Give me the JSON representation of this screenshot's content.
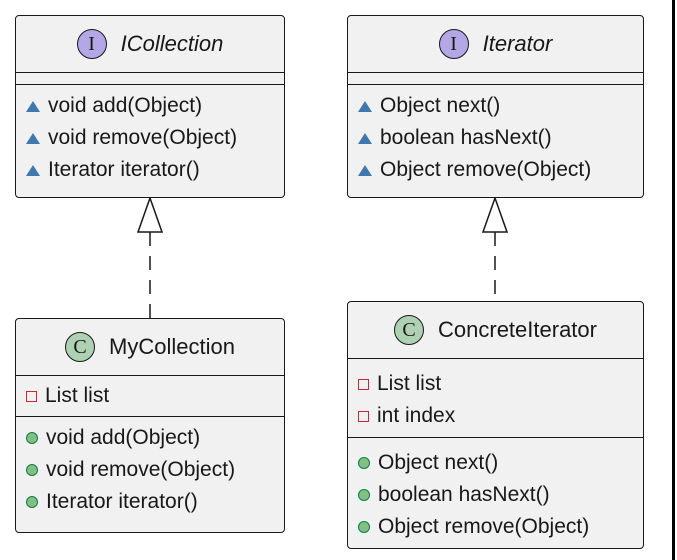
{
  "diagram": {
    "classes": [
      {
        "id": "icollection",
        "stereotype": "I",
        "kind": "interface",
        "name": "ICollection",
        "fields": [],
        "methods": [
          {
            "visibility": "package",
            "text": "void add(Object)"
          },
          {
            "visibility": "package",
            "text": "void remove(Object)"
          },
          {
            "visibility": "package",
            "text": "Iterator iterator()"
          }
        ]
      },
      {
        "id": "iterator",
        "stereotype": "I",
        "kind": "interface",
        "name": "Iterator",
        "fields": [],
        "methods": [
          {
            "visibility": "package",
            "text": "Object next()"
          },
          {
            "visibility": "package",
            "text": "boolean hasNext()"
          },
          {
            "visibility": "package",
            "text": "Object remove(Object)"
          }
        ]
      },
      {
        "id": "mycollection",
        "stereotype": "C",
        "kind": "class",
        "name": "MyCollection",
        "fields": [
          {
            "visibility": "private",
            "text": "List list"
          }
        ],
        "methods": [
          {
            "visibility": "public",
            "text": "void add(Object)"
          },
          {
            "visibility": "public",
            "text": "void remove(Object)"
          },
          {
            "visibility": "public",
            "text": "Iterator iterator()"
          }
        ]
      },
      {
        "id": "concreteiterator",
        "stereotype": "C",
        "kind": "class",
        "name": "ConcreteIterator",
        "fields": [
          {
            "visibility": "private",
            "text": "List list"
          },
          {
            "visibility": "private",
            "text": "int index"
          }
        ],
        "methods": [
          {
            "visibility": "public",
            "text": "Object next()"
          },
          {
            "visibility": "public",
            "text": "boolean hasNext()"
          },
          {
            "visibility": "public",
            "text": "Object remove(Object)"
          }
        ]
      }
    ],
    "relations": [
      {
        "from": "mycollection",
        "to": "icollection",
        "type": "realization"
      },
      {
        "from": "concreteiterator",
        "to": "iterator",
        "type": "realization"
      }
    ],
    "colors": {
      "interface_stereotype": "#b4a7e5",
      "class_stereotype": "#add1b2",
      "box_fill": "#f1f1f1",
      "border": "#181818"
    }
  }
}
